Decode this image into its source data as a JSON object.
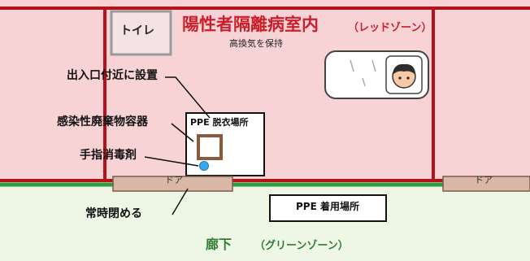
{
  "room": {
    "title": "陽性者隔離病室内",
    "zone_label": "（レッドゾーン）",
    "ventilation": "高換気を保持"
  },
  "toilet": {
    "label": "トイレ"
  },
  "annotations": {
    "near_exit": "出入口付近に設置",
    "waste_container": "感染性廃棄物容器",
    "hand_sanitizer": "手指消毒剤",
    "always_closed": "常時閉める"
  },
  "ppe": {
    "doffing_area": "PPE 脱衣場所",
    "donning_area": "PPE 着用場所"
  },
  "doors": [
    {
      "label": "ドア"
    },
    {
      "label": "ドア"
    }
  ],
  "corridor": {
    "title": "廊下",
    "zone_label": "（グリーンゾーン）"
  },
  "colors": {
    "red_zone_fill": "#f8d3d6",
    "red_zone_line": "#b5121b",
    "green_zone_fill": "#eef7e6",
    "green_line": "#2f9e3c",
    "door_fill": "#d9b8a8",
    "sanitizer": "#3aa8e8"
  }
}
